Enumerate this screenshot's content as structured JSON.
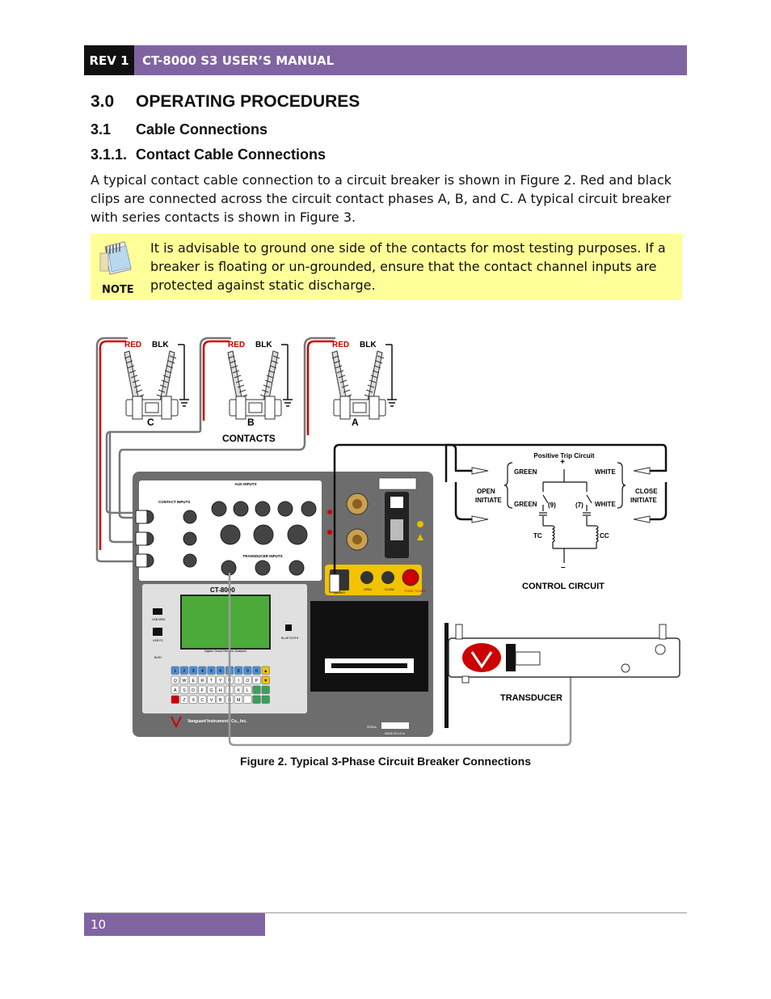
{
  "header": {
    "rev": "REV 1",
    "title": "CT-8000 S3 USER’S MANUAL"
  },
  "section": {
    "number": "3.0",
    "title": "OPERATING PROCEDURES"
  },
  "subsection": {
    "number": "3.1",
    "title": "Cable Connections"
  },
  "subsubsection": {
    "number": "3.1.1.",
    "title": "Contact Cable Connections"
  },
  "paragraph": "A typical contact cable connection to a circuit breaker is shown in Figure 2. Red and black clips are connected across the circuit contact phases A, B, and C. A typical circuit breaker with series contacts is shown in Figure 3.",
  "note": {
    "label": "NOTE",
    "text": "It is advisable to ground one side of the contacts for most testing purposes. If a breaker is floating or un-grounded, ensure that the contact channel inputs are protected against static discharge."
  },
  "figure": {
    "phases": [
      {
        "red": "RED",
        "blk": "BLK",
        "name": "C"
      },
      {
        "red": "RED",
        "blk": "BLK",
        "name": "B"
      },
      {
        "red": "RED",
        "blk": "BLK",
        "name": "A"
      }
    ],
    "contacts_label": "CONTACTS",
    "control": {
      "title": "Positive Trip Circuit",
      "plus": "+",
      "minus": "–",
      "green1": "GREEN",
      "white1": "WHITE",
      "green2": "GREEN",
      "white2": "WHITE",
      "open": "OPEN",
      "initiate1": "INITIATE",
      "close": "CLOSE",
      "initiate2": "INITIATE",
      "n9": "(9)",
      "n7": "(7)",
      "tc": "TC",
      "cc": "CC",
      "label": "CONTROL CIRCUIT"
    },
    "transducer_label": "TRANSDUCER",
    "device": {
      "aux_inputs": "AUX INPUTS",
      "contact_inputs": "CONTACT INPUTS",
      "transducer_inputs": "TRANSDUCER INPUTS",
      "model": "CT-8000",
      "screen_label": "Digital Circuit Breaker Analyzer",
      "bluetooth": "BLUETOOTH",
      "usb_mem": "USB MEM",
      "usb_pc": "USB PC",
      "busy": "BUSY",
      "brand": "Vanguard Instruments Co., Inc.",
      "initiate": "INITIATE",
      "open": "OPEN",
      "close": "CLOSE",
      "push": "\"PUSH\" TO ARM",
      "serial": "SERIAL",
      "made_in": "MADE IN U.S.A.",
      "keys_row1": [
        "1",
        "2",
        "3",
        "4",
        "5",
        "6",
        "7",
        "8",
        "9",
        "0",
        "▲"
      ],
      "keys_row2": [
        "Q",
        "W",
        "E",
        "R",
        "T",
        "Y",
        "U",
        "I",
        "O",
        "P",
        "▼"
      ],
      "keys_row3": [
        "A",
        "S",
        "D",
        "F",
        "G",
        "H",
        "J",
        "K",
        "L",
        "",
        ""
      ],
      "keys_row4": [
        "",
        "Z",
        "X",
        "C",
        "V",
        "B",
        "N",
        "M",
        "",
        "",
        ""
      ]
    }
  },
  "caption": "Figure 2. Typical 3-Phase Circuit Breaker Connections",
  "footer": {
    "page": "10"
  },
  "colors": {
    "accent": "#8064a2",
    "note_bg": "#ffff99",
    "red": "#cc0000",
    "device": "#6d6d6d"
  }
}
